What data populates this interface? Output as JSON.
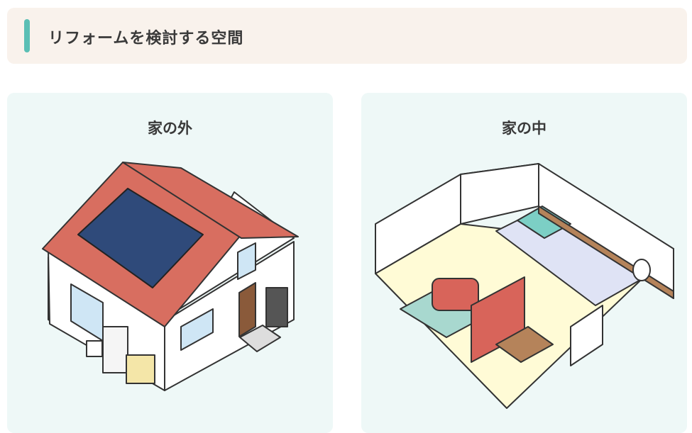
{
  "section": {
    "title": "リフォームを検討する空間",
    "accent_color": "#5bbfb5"
  },
  "cards": [
    {
      "title": "家の外",
      "illustration": "house-exterior"
    },
    {
      "title": "家の中",
      "illustration": "house-interior"
    }
  ]
}
